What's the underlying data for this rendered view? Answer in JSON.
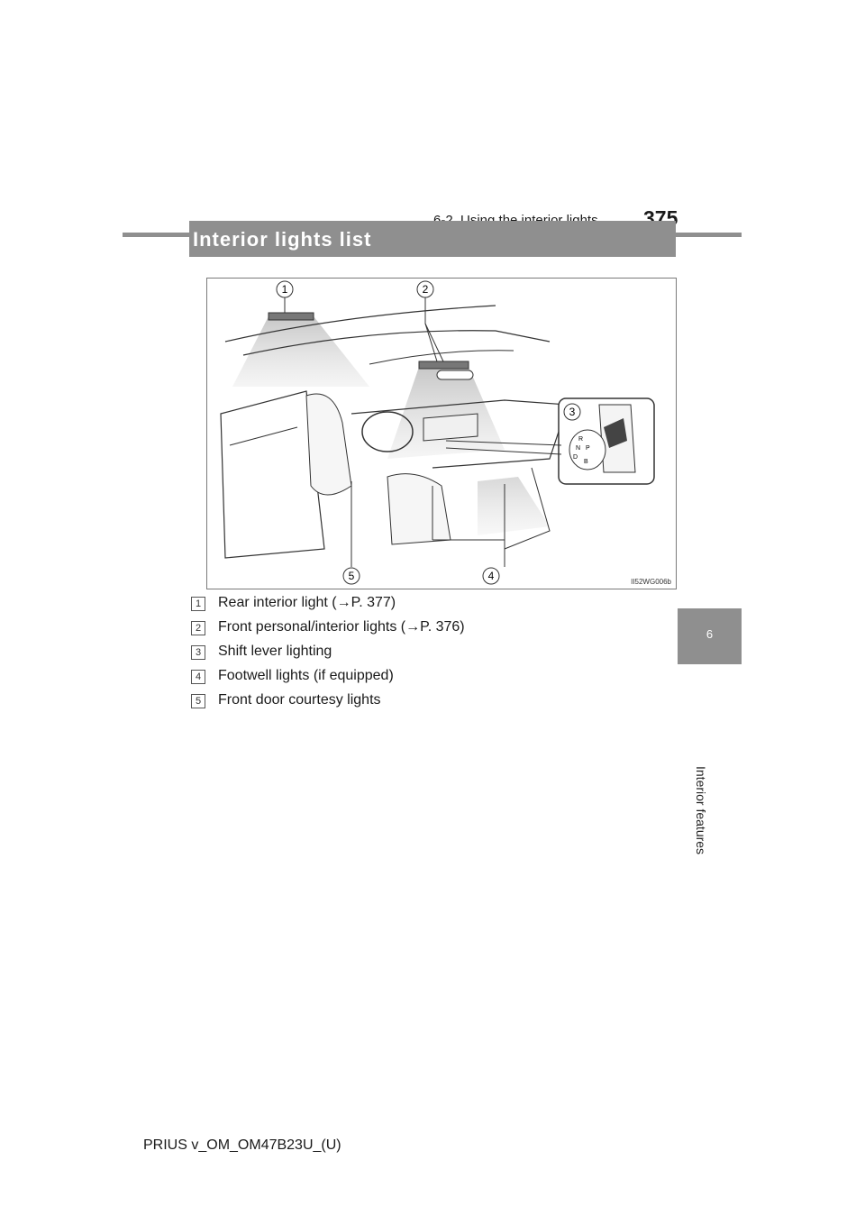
{
  "header": {
    "section": "6-2. Using the interior lights",
    "page_number": "375"
  },
  "side_tab": {
    "number": "6",
    "label": "Interior features"
  },
  "section": {
    "title": "Interior lights list"
  },
  "figure": {
    "code": "II52WG006b",
    "markers": [
      "1",
      "2",
      "3",
      "4",
      "5"
    ],
    "shift_letters": [
      "R",
      "N",
      "D",
      "P",
      "B"
    ]
  },
  "callouts": [
    {
      "num": "1",
      "text": "Rear interior light (→P. 377)"
    },
    {
      "num": "2",
      "text": "Front personal/interior lights (→P. 376)"
    },
    {
      "num": "3",
      "text": "Shift lever lighting"
    },
    {
      "num": "4",
      "text": "Footwell lights (if equipped)"
    },
    {
      "num": "5",
      "text": "Front door courtesy lights"
    }
  ],
  "footer": {
    "doc_id": "PRIUS v_OM_OM47B23U_(U)"
  }
}
